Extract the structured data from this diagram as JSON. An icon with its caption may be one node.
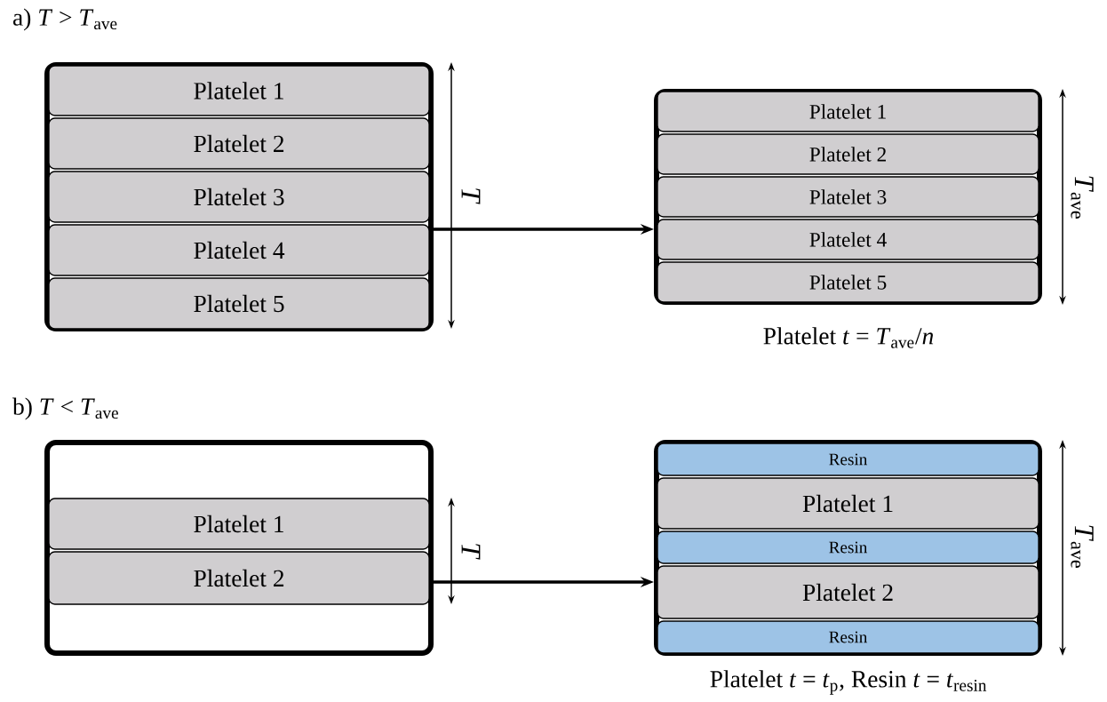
{
  "diagram": {
    "nodes": [
      {
        "text": [],
        "shape": "box"
      },
      {
        "text": [
          "Platelet 1"
        ],
        "in": 0
      },
      {
        "text": [
          "Platelet 2"
        ],
        "in": 0
      },
      {
        "text": [
          "Platelet 3"
        ],
        "in": 0
      },
      {
        "text": [
          "Platelet 4"
        ],
        "in": 0
      },
      {
        "text": [
          "Platelet 5"
        ],
        "in": 0
      },
      {
        "text": [],
        "shape": "box",
        "beside": [
          "Platelet *t* = *T*$_{ave}$/*n*"
        ]
      },
      {
        "text": [
          "Platelet 1"
        ],
        "in": 6
      },
      {
        "text": [
          "Platelet 2"
        ],
        "in": 6
      },
      {
        "text": [
          "Platelet 3"
        ],
        "in": 6
      },
      {
        "text": [
          "Platelet 4"
        ],
        "in": 6
      },
      {
        "text": [
          "Platelet 5"
        ],
        "in": 6
      },
      {
        "text": [],
        "shape": "box"
      },
      {
        "text": [
          "Platelet 1"
        ],
        "in": 12
      },
      {
        "text": [
          "Platelet 2"
        ],
        "in": 12
      },
      {
        "text": [],
        "shape": "box",
        "beside": [
          "Platelet *t* = *t*$_{p}$, Resin *t* = *t*$_{resin}$"
        ]
      },
      {
        "text": [
          "Resin"
        ],
        "in": 15
      },
      {
        "text": [
          "Platelet 1"
        ],
        "in": 15
      },
      {
        "text": [
          "Resin"
        ],
        "in": 15
      },
      {
        "text": [
          "Platelet 2"
        ],
        "in": 15
      },
      {
        "text": [
          "Resin"
        ],
        "in": 15
      }
    ],
    "edges": [
      {
        "from": 0,
        "to": 6,
        "arrow": "to"
      },
      {
        "from": 12,
        "to": 15,
        "arrow": "to"
      }
    ],
    "labels": [
      "a) *T* > *T*$_{ave}$",
      "*T*",
      "*T*$_{ave}$",
      "b) *T* < *T*$_{ave}$",
      "*T*",
      "*T*$_{ave}$"
    ]
  }
}
